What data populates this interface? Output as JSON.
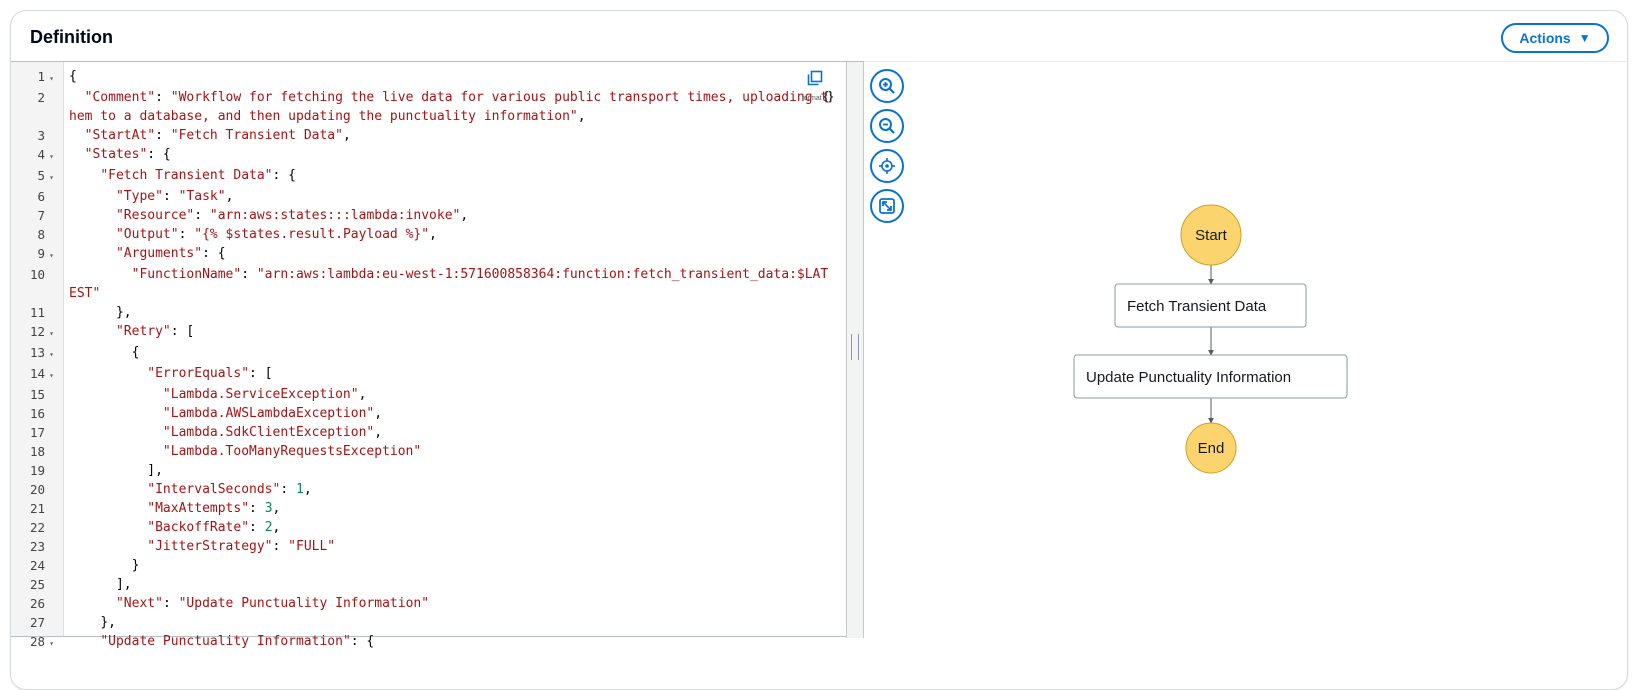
{
  "panel": {
    "title": "Definition",
    "actions_label": "Actions",
    "actions_caret": "▼"
  },
  "editor": {
    "copy_icon": "copy-icon",
    "format_label": "format",
    "format_icon": "code-brackets-icon",
    "lines": [
      {
        "n": "1",
        "fold": true,
        "html": "<span class=\"p\">{</span>"
      },
      {
        "n": "2",
        "fold": false,
        "html": "  <span class=\"k\">\"Comment\"</span>: <span class=\"s\">\"Workflow for fetching the live data for various public transport times, uploading them to a database, and then updating the punctuality information\"</span>,"
      },
      {
        "n": "3",
        "fold": false,
        "html": "  <span class=\"k\">\"StartAt\"</span>: <span class=\"s\">\"Fetch Transient Data\"</span>,"
      },
      {
        "n": "4",
        "fold": true,
        "html": "  <span class=\"k\">\"States\"</span>: {"
      },
      {
        "n": "5",
        "fold": true,
        "html": "    <span class=\"k\">\"Fetch Transient Data\"</span>: {"
      },
      {
        "n": "6",
        "fold": false,
        "html": "      <span class=\"k\">\"Type\"</span>: <span class=\"s\">\"Task\"</span>,"
      },
      {
        "n": "7",
        "fold": false,
        "html": "      <span class=\"k\">\"Resource\"</span>: <span class=\"s\">\"arn:aws:states:::lambda:invoke\"</span>,"
      },
      {
        "n": "8",
        "fold": false,
        "html": "      <span class=\"k\">\"Output\"</span>: <span class=\"s\">\"{% $states.result.Payload %}\"</span>,"
      },
      {
        "n": "9",
        "fold": true,
        "html": "      <span class=\"k\">\"Arguments\"</span>: {"
      },
      {
        "n": "10",
        "fold": false,
        "html": "        <span class=\"k\">\"FunctionName\"</span>: <span class=\"s\">\"arn:aws:lambda:eu-west-1:571600858364:function:fetch_transient_data:$LATEST\"</span>"
      },
      {
        "n": "11",
        "fold": false,
        "html": "      },"
      },
      {
        "n": "12",
        "fold": true,
        "html": "      <span class=\"k\">\"Retry\"</span>: ["
      },
      {
        "n": "13",
        "fold": true,
        "html": "        {"
      },
      {
        "n": "14",
        "fold": true,
        "html": "          <span class=\"k\">\"ErrorEquals\"</span>: ["
      },
      {
        "n": "15",
        "fold": false,
        "html": "            <span class=\"s\">\"Lambda.ServiceException\"</span>,"
      },
      {
        "n": "16",
        "fold": false,
        "html": "            <span class=\"s\">\"Lambda.AWSLambdaException\"</span>,"
      },
      {
        "n": "17",
        "fold": false,
        "html": "            <span class=\"s\">\"Lambda.SdkClientException\"</span>,"
      },
      {
        "n": "18",
        "fold": false,
        "html": "            <span class=\"s\">\"Lambda.TooManyRequestsException\"</span>"
      },
      {
        "n": "19",
        "fold": false,
        "html": "          ],"
      },
      {
        "n": "20",
        "fold": false,
        "html": "          <span class=\"k\">\"IntervalSeconds\"</span>: <span class=\"n\">1</span>,"
      },
      {
        "n": "21",
        "fold": false,
        "html": "          <span class=\"k\">\"MaxAttempts\"</span>: <span class=\"n\">3</span>,"
      },
      {
        "n": "22",
        "fold": false,
        "html": "          <span class=\"k\">\"BackoffRate\"</span>: <span class=\"n\">2</span>,"
      },
      {
        "n": "23",
        "fold": false,
        "html": "          <span class=\"k\">\"JitterStrategy\"</span>: <span class=\"s\">\"FULL\"</span>"
      },
      {
        "n": "24",
        "fold": false,
        "html": "        }"
      },
      {
        "n": "25",
        "fold": false,
        "html": "      ],"
      },
      {
        "n": "26",
        "fold": false,
        "html": "      <span class=\"k\">\"Next\"</span>: <span class=\"s\">\"Update Punctuality Information\"</span>"
      },
      {
        "n": "27",
        "fold": false,
        "html": "    },"
      },
      {
        "n": "28",
        "fold": true,
        "html": "    <span class=\"k\">\"Update Punctuality Information\"</span>: {"
      }
    ]
  },
  "graph": {
    "controls": [
      {
        "name": "zoom-in-button",
        "icon": "zoom-in-icon"
      },
      {
        "name": "zoom-out-button",
        "icon": "zoom-out-icon"
      },
      {
        "name": "center-button",
        "icon": "crosshair-icon"
      },
      {
        "name": "fullscreen-button",
        "icon": "expand-icon"
      }
    ],
    "start_label": "Start",
    "end_label": "End",
    "states": [
      "Fetch Transient Data",
      "Update Punctuality Information"
    ],
    "colors": {
      "terminal_fill": "#fbd46d",
      "terminal_stroke": "#c9a227",
      "state_stroke": "#8d99a8",
      "edge": "#545b64",
      "accent": "#0972d3"
    }
  }
}
